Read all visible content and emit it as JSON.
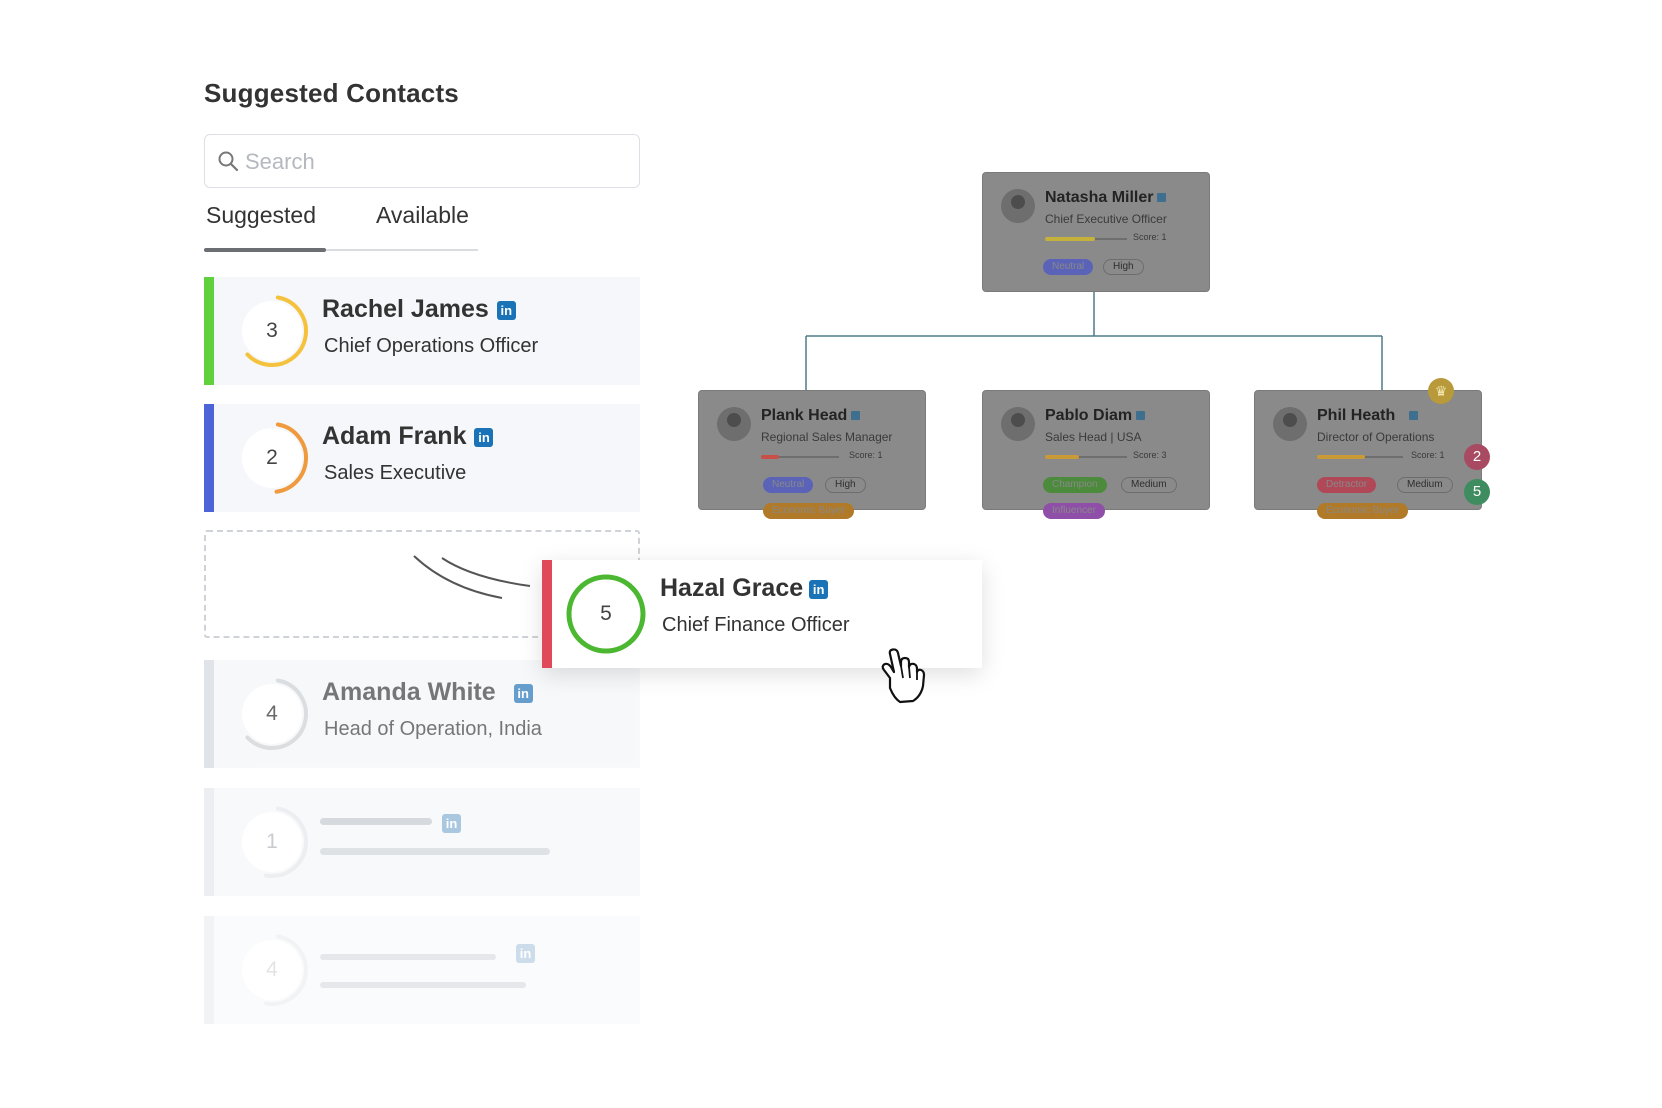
{
  "panel": {
    "title": "Suggested Contacts",
    "search_placeholder": "Search",
    "tabs": [
      {
        "label": "Suggested",
        "active": true
      },
      {
        "label": "Available",
        "active": false
      }
    ]
  },
  "contacts": [
    {
      "score": "3",
      "name": "Rachel James",
      "role": "Chief Operations Officer",
      "bar_color": "#5fd13c",
      "ring_color": "#f4c23c",
      "ring_fraction": 0.6
    },
    {
      "score": "2",
      "name": "Adam Frank",
      "role": "Sales Executive",
      "bar_color": "#4d63d8",
      "ring_color": "#f09a3e",
      "ring_fraction": 0.45
    },
    {
      "score": "4",
      "name": "Amanda White",
      "role": "Head of Operation, India",
      "bar_color": "#d9dde2",
      "ring_color": "#d3d6da",
      "ring_fraction": 0.6
    },
    {
      "score": "1",
      "name": "",
      "role": "",
      "bar_color": "#eceef1",
      "ring_color": "#eceef1",
      "ring_fraction": 0.5
    },
    {
      "score": "4",
      "name": "",
      "role": "",
      "bar_color": "#f2f3f5",
      "ring_color": "#f2f3f5",
      "ring_fraction": 0.5
    }
  ],
  "dragged": {
    "score": "5",
    "name": "Hazal Grace",
    "role": "Chief Finance Officer",
    "ring_color": "#4cb832",
    "bar_color": "#e0495a"
  },
  "linkedin_glyph": "in",
  "org": {
    "root": {
      "name": "Natasha Miller",
      "role": "Chief Executive Officer",
      "score_label": "Score:",
      "score_value": "1",
      "tags": [
        {
          "text": "Neutral",
          "color": "#5b63b8"
        },
        {
          "text": "High",
          "outline": true
        }
      ]
    },
    "children": [
      {
        "name": "Plank Head",
        "role": "Regional Sales Manager",
        "score_label": "Score:",
        "score_value": "1",
        "tags": [
          {
            "text": "Neutral",
            "color": "#5b63b8"
          },
          {
            "text": "High",
            "outline": true
          },
          {
            "text": "Economic Buyer",
            "color": "#b07a28"
          }
        ]
      },
      {
        "name": "Pablo Diam",
        "role": "Sales Head | USA",
        "score_label": "Score:",
        "score_value": "3",
        "tags": [
          {
            "text": "Champion",
            "color": "#4c8a3c"
          },
          {
            "text": "Medium",
            "outline": true
          },
          {
            "text": "Influencer",
            "color": "#8f4fa8"
          }
        ]
      },
      {
        "name": "Phil Heath",
        "role": "Director of Operations",
        "score_label": "Score:",
        "score_value": "1",
        "tags": [
          {
            "text": "Detractor",
            "color": "#b04858"
          },
          {
            "text": "Medium",
            "outline": true
          },
          {
            "text": "Economic Buyer",
            "color": "#b07a28"
          }
        ],
        "badges": [
          "2",
          "5"
        ]
      }
    ]
  }
}
